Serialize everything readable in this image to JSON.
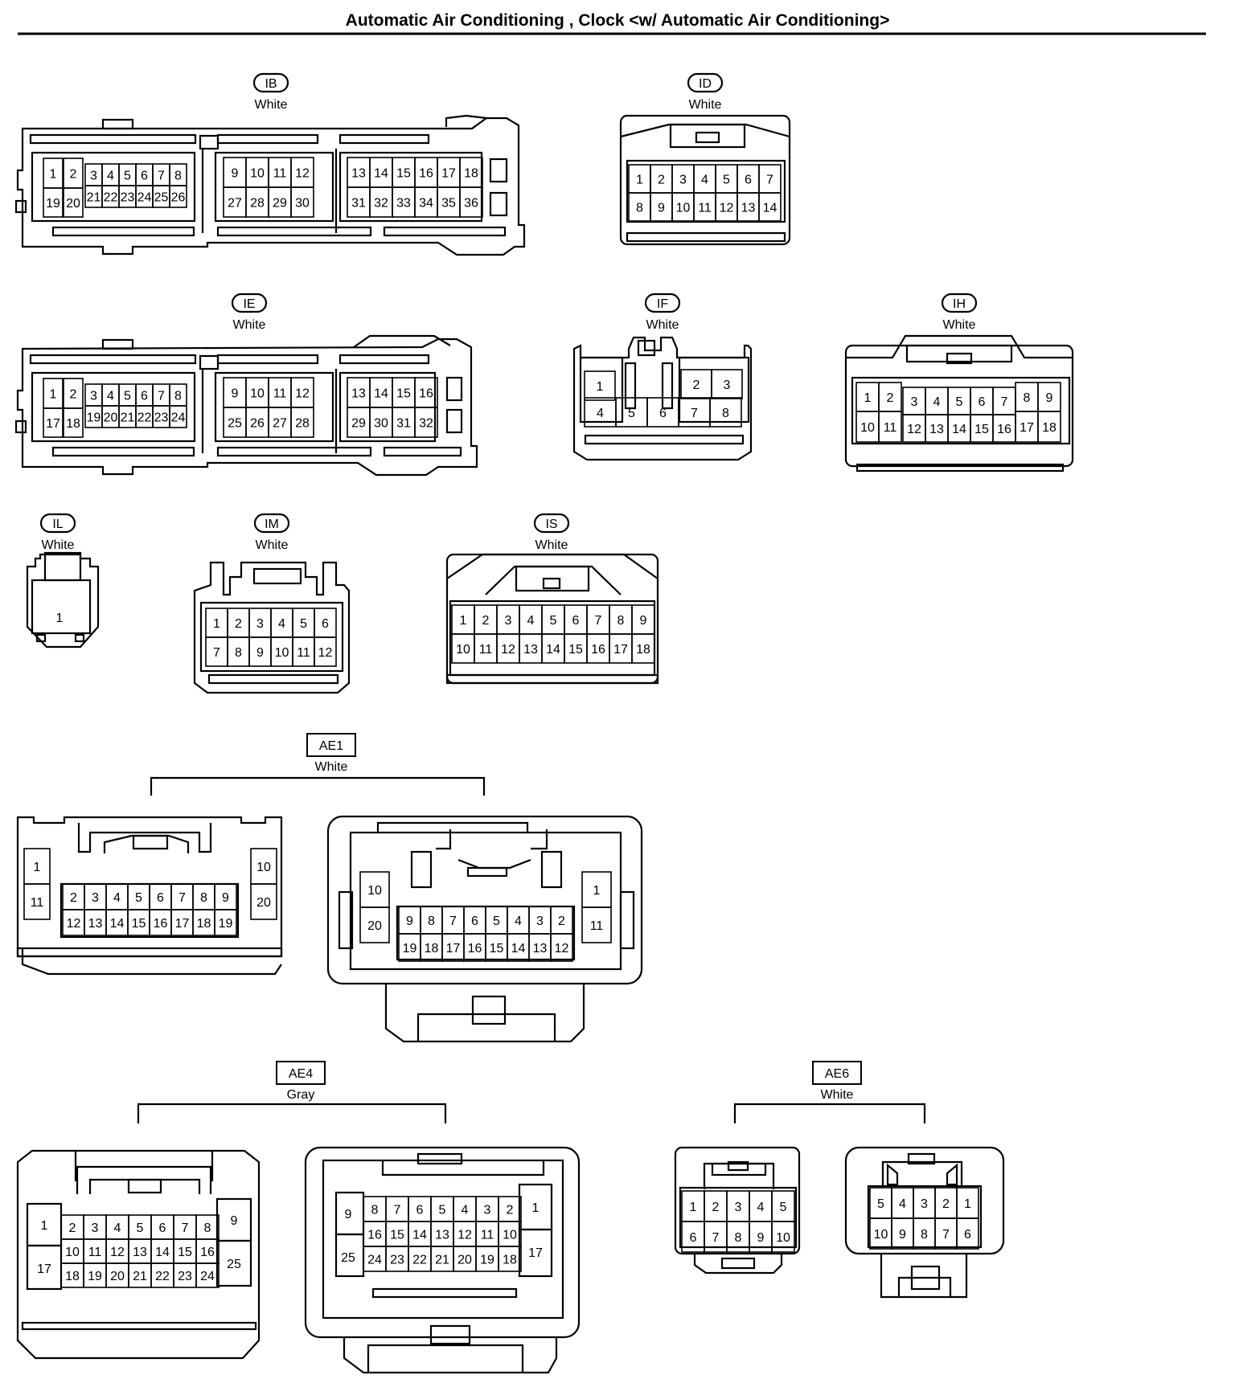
{
  "title": "Automatic Air Conditioning , Clock <w/ Automatic Air Conditioning>",
  "connectors": [
    {
      "id": "IB",
      "color": "White"
    },
    {
      "id": "ID",
      "color": "White"
    },
    {
      "id": "IE",
      "color": "White"
    },
    {
      "id": "IF",
      "color": "White"
    },
    {
      "id": "IH",
      "color": "White"
    },
    {
      "id": "IL",
      "color": "White"
    },
    {
      "id": "IM",
      "color": "White"
    },
    {
      "id": "IS",
      "color": "White"
    },
    {
      "id": "AE1",
      "color": "White"
    },
    {
      "id": "AE4",
      "color": "Gray"
    },
    {
      "id": "AE6",
      "color": "White"
    }
  ],
  "pins": {
    "IB": [
      [
        "1",
        "2",
        "3",
        "4",
        "5",
        "6",
        "7",
        "8"
      ],
      [
        "19",
        "20",
        "21",
        "22",
        "23",
        "24",
        "25",
        "26"
      ],
      [
        "9",
        "10",
        "11",
        "12"
      ],
      [
        "27",
        "28",
        "29",
        "30"
      ],
      [
        "13",
        "14",
        "15",
        "16",
        "17",
        "18"
      ],
      [
        "31",
        "32",
        "33",
        "34",
        "35",
        "36"
      ]
    ],
    "ID": [
      [
        "1",
        "2",
        "3",
        "4",
        "5",
        "6",
        "7"
      ],
      [
        "8",
        "9",
        "10",
        "11",
        "12",
        "13",
        "14"
      ]
    ],
    "IE": [
      [
        "1",
        "2",
        "3",
        "4",
        "5",
        "6",
        "7",
        "8"
      ],
      [
        "17",
        "18",
        "19",
        "20",
        "21",
        "22",
        "23",
        "24"
      ],
      [
        "9",
        "10",
        "11",
        "12"
      ],
      [
        "25",
        "26",
        "27",
        "28"
      ],
      [
        "13",
        "14",
        "15",
        "16"
      ],
      [
        "29",
        "30",
        "31",
        "32"
      ]
    ],
    "IF": [
      [
        "1"
      ],
      [
        "2",
        "3"
      ],
      [
        "4",
        "5",
        "6",
        "7",
        "8"
      ]
    ],
    "IH": [
      [
        "1",
        "2",
        "3",
        "4",
        "5",
        "6",
        "7",
        "8",
        "9"
      ],
      [
        "10",
        "11",
        "12",
        "13",
        "14",
        "15",
        "16",
        "17",
        "18"
      ]
    ],
    "IL": [
      [
        "1"
      ]
    ],
    "IM": [
      [
        "1",
        "2",
        "3",
        "4",
        "5",
        "6"
      ],
      [
        "7",
        "8",
        "9",
        "10",
        "11",
        "12"
      ]
    ],
    "IS": [
      [
        "1",
        "2",
        "3",
        "4",
        "5",
        "6",
        "7",
        "8",
        "9"
      ],
      [
        "10",
        "11",
        "12",
        "13",
        "14",
        "15",
        "16",
        "17",
        "18"
      ]
    ],
    "AE1_female": [
      [
        "1",
        "11"
      ],
      [
        "2",
        "3",
        "4",
        "5",
        "6",
        "7",
        "8",
        "9"
      ],
      [
        "12",
        "13",
        "14",
        "15",
        "16",
        "17",
        "18",
        "19"
      ],
      [
        "10",
        "20"
      ]
    ],
    "AE1_male": [
      [
        "10",
        "20"
      ],
      [
        "9",
        "8",
        "7",
        "6",
        "5",
        "4",
        "3",
        "2"
      ],
      [
        "19",
        "18",
        "17",
        "16",
        "15",
        "14",
        "13",
        "12"
      ],
      [
        "1",
        "11"
      ]
    ],
    "AE4_female": [
      [
        "1",
        "17"
      ],
      [
        "2",
        "3",
        "4",
        "5",
        "6",
        "7",
        "8"
      ],
      [
        "10",
        "11",
        "12",
        "13",
        "14",
        "15",
        "16"
      ],
      [
        "18",
        "19",
        "20",
        "21",
        "22",
        "23",
        "24"
      ],
      [
        "9",
        "25"
      ]
    ],
    "AE4_male": [
      [
        "9",
        "25"
      ],
      [
        "8",
        "7",
        "6",
        "5",
        "4",
        "3",
        "2"
      ],
      [
        "16",
        "15",
        "14",
        "13",
        "12",
        "11",
        "10"
      ],
      [
        "24",
        "23",
        "22",
        "21",
        "20",
        "19",
        "18"
      ],
      [
        "1",
        "17"
      ]
    ],
    "AE6_female": [
      [
        "1",
        "2",
        "3",
        "4",
        "5"
      ],
      [
        "6",
        "7",
        "8",
        "9",
        "10"
      ]
    ],
    "AE6_male": [
      [
        "5",
        "4",
        "3",
        "2",
        "1"
      ],
      [
        "10",
        "9",
        "8",
        "7",
        "6"
      ]
    ]
  }
}
